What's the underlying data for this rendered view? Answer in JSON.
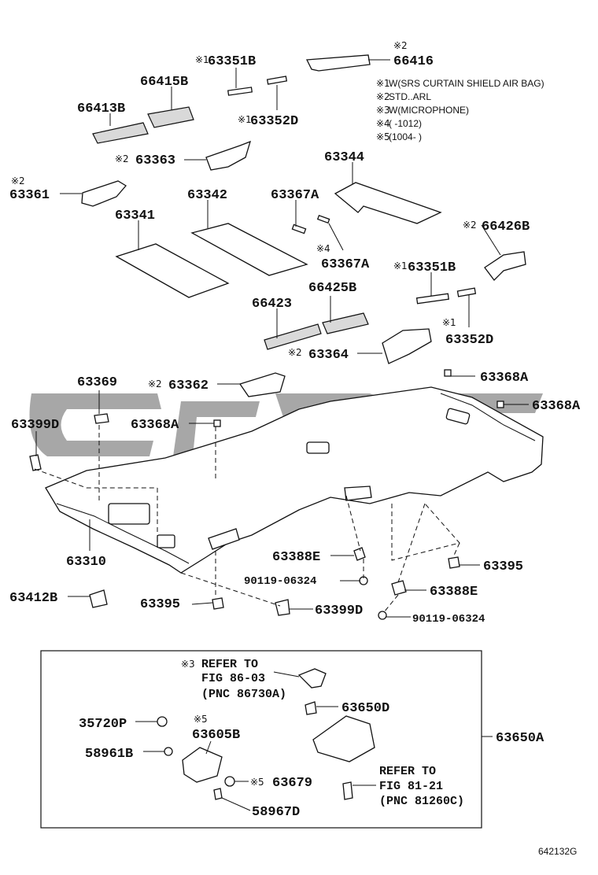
{
  "legend": [
    {
      "mark": "※1",
      "text": "W(SRS CURTAIN SHIELD AIR BAG)"
    },
    {
      "mark": "※2",
      "text": "STD..ARL"
    },
    {
      "mark": "※3",
      "text": "W(MICROPHONE)"
    },
    {
      "mark": "※4",
      "text": "(      -1012)"
    },
    {
      "mark": "※5",
      "text": "(1004-      )"
    }
  ],
  "parts": {
    "p63351B_top": {
      "mark": "※1",
      "code": "63351B"
    },
    "p66416": {
      "mark": "※2",
      "code": "66416"
    },
    "p66415B": {
      "mark": "",
      "code": "66415B"
    },
    "p66413B": {
      "mark": "",
      "code": "66413B"
    },
    "p63352D_top": {
      "mark": "※1",
      "code": "63352D"
    },
    "p63363": {
      "mark": "※2",
      "code": "63363"
    },
    "p63361": {
      "mark": "※2",
      "code": "63361"
    },
    "p63344": {
      "mark": "",
      "code": "63344"
    },
    "p63342": {
      "mark": "",
      "code": "63342"
    },
    "p63367A_top": {
      "mark": "",
      "code": "63367A"
    },
    "p63341": {
      "mark": "",
      "code": "63341"
    },
    "p66426B": {
      "mark": "※2",
      "code": "66426B"
    },
    "p63367A_bot": {
      "mark": "※4",
      "code": "63367A"
    },
    "p63351B_mid": {
      "mark": "※1",
      "code": "63351B"
    },
    "p66423": {
      "mark": "",
      "code": "66423"
    },
    "p66425B": {
      "mark": "",
      "code": "66425B"
    },
    "p63352D_mid": {
      "mark": "※1",
      "code": "63352D"
    },
    "p63364": {
      "mark": "※2",
      "code": "63364"
    },
    "p63369": {
      "mark": "",
      "code": "63369"
    },
    "p63362": {
      "mark": "※2",
      "code": "63362"
    },
    "p63368A_a": {
      "mark": "",
      "code": "63368A"
    },
    "p63368A_b": {
      "mark": "",
      "code": "63368A"
    },
    "p63399D_a": {
      "mark": "",
      "code": "63399D"
    },
    "p63368A_c": {
      "mark": "",
      "code": "63368A"
    },
    "p63310": {
      "mark": "",
      "code": "63310"
    },
    "p63388E_a": {
      "mark": "",
      "code": "63388E"
    },
    "p63395_a": {
      "mark": "",
      "code": "63395"
    },
    "p90119_a": {
      "mark": "",
      "code": "90119-06324"
    },
    "p63388E_b": {
      "mark": "",
      "code": "63388E"
    },
    "p63412B": {
      "mark": "",
      "code": "63412B"
    },
    "p63395_b": {
      "mark": "",
      "code": "63395"
    },
    "p63399D_b": {
      "mark": "",
      "code": "63399D"
    },
    "p90119_b": {
      "mark": "",
      "code": "90119-06324"
    },
    "p63650D": {
      "mark": "",
      "code": "63650D"
    },
    "p35720P": {
      "mark": "",
      "code": "35720P"
    },
    "p63605B": {
      "mark": "※5",
      "code": "63605B"
    },
    "p63650A": {
      "mark": "",
      "code": "63650A"
    },
    "p58961B": {
      "mark": "",
      "code": "58961B"
    },
    "p63679": {
      "mark": "※5",
      "code": "63679"
    },
    "p58967D": {
      "mark": "",
      "code": "58967D"
    }
  },
  "refs": {
    "ref1": {
      "mark": "※3",
      "line1": "REFER TO",
      "line2": "FIG 86-03",
      "line3": "(PNC 86730A)"
    },
    "ref2": {
      "mark": "",
      "line1": "REFER TO",
      "line2": "FIG 81-21",
      "line3": "(PNC 81260C)"
    }
  },
  "figure_id": "642132G"
}
